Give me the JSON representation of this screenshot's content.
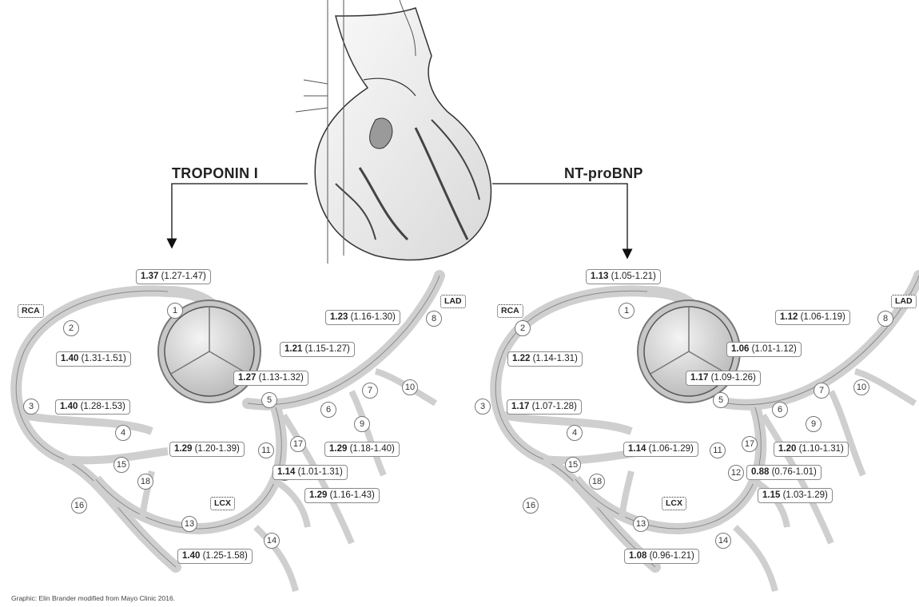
{
  "titles": {
    "left": "TROPONIN I",
    "right": "NT-proBNP"
  },
  "artery_tags": {
    "rca": "RCA",
    "lad": "LAD",
    "lcx": "LCX"
  },
  "segments": [
    "1",
    "2",
    "3",
    "4",
    "5",
    "6",
    "7",
    "8",
    "9",
    "10",
    "11",
    "12",
    "13",
    "14",
    "15",
    "16",
    "17",
    "18"
  ],
  "troponin": {
    "s1": {
      "v": "1.37",
      "ci": "(1.27-1.47)"
    },
    "s2": {
      "v": "1.40",
      "ci": "(1.31-1.51)"
    },
    "s3": {
      "v": "1.40",
      "ci": "(1.28-1.53)"
    },
    "s5": {
      "v": "1.27",
      "ci": "(1.13-1.32)"
    },
    "s6": {
      "v": "1.21",
      "ci": "(1.15-1.27)"
    },
    "s7": {
      "v": "1.23",
      "ci": "(1.16-1.30)"
    },
    "s9": {
      "v": "1.29",
      "ci": "(1.18-1.40)"
    },
    "s11": {
      "v": "1.29",
      "ci": "(1.20-1.39)"
    },
    "s17": {
      "v": "1.14",
      "ci": "(1.01-1.31)"
    },
    "s12": {
      "v": "1.29",
      "ci": "(1.16-1.43)"
    },
    "s13": {
      "v": "1.40",
      "ci": "(1.25-1.58)"
    }
  },
  "ntprobnp": {
    "s1": {
      "v": "1.13",
      "ci": "(1.05-1.21)"
    },
    "s2": {
      "v": "1.22",
      "ci": "(1.14-1.31)"
    },
    "s3": {
      "v": "1.17",
      "ci": "(1.07-1.28)"
    },
    "s5": {
      "v": "1.17",
      "ci": "(1.09-1.26)"
    },
    "s6": {
      "v": "1.06",
      "ci": "(1.01-1.12)"
    },
    "s7": {
      "v": "1.12",
      "ci": "(1.06-1.19)"
    },
    "s9": {
      "v": "1.20",
      "ci": "(1.10-1.31)"
    },
    "s11": {
      "v": "1.14",
      "ci": "(1.06-1.29)"
    },
    "s17": {
      "v": "0.88",
      "ci": "(0.76-1.01)"
    },
    "s12": {
      "v": "1.15",
      "ci": "(1.03-1.29)"
    },
    "s13": {
      "v": "1.08",
      "ci": "(0.96-1.21)"
    }
  },
  "caption": "Graphic: Elin Brander modified from Mayo Clinic 2016."
}
